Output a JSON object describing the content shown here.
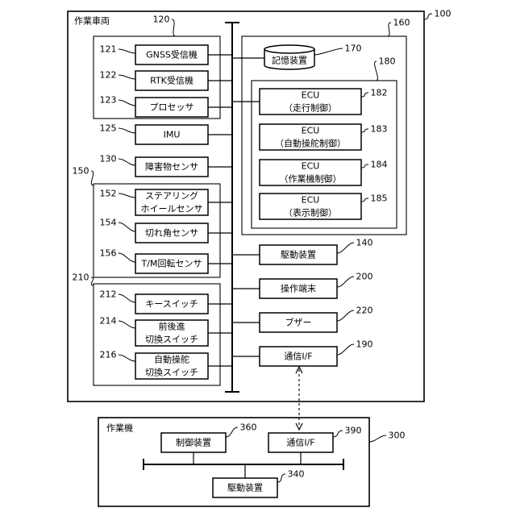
{
  "vehicle": {
    "title": "作業車両",
    "ref": "100"
  },
  "groups": {
    "g120": {
      "ref": "120"
    },
    "g150": {
      "ref": "150"
    },
    "g160": {
      "ref": "160"
    },
    "g180": {
      "ref": "180"
    },
    "g210": {
      "ref": "210"
    }
  },
  "components": {
    "gnss": {
      "label": "GNSS受信機",
      "ref": "121"
    },
    "rtk": {
      "label": "RTK受信機",
      "ref": "122"
    },
    "processor": {
      "label": "プロセッサ",
      "ref": "123"
    },
    "imu": {
      "label": "IMU",
      "ref": "125"
    },
    "obstacle": {
      "label": "障害物センサ",
      "ref": "130"
    },
    "steering": {
      "line1": "ステアリング",
      "line2": "ホイールセンサ",
      "ref": "152"
    },
    "angle": {
      "label": "切れ角センサ",
      "ref": "154"
    },
    "tm": {
      "label": "T/M回転センサ",
      "ref": "156"
    },
    "key": {
      "label": "キースイッチ",
      "ref": "212"
    },
    "fwdrev": {
      "line1": "前後進",
      "line2": "切換スイッチ",
      "ref": "214"
    },
    "autosteer": {
      "line1": "自動操舵",
      "line2": "切換スイッチ",
      "ref": "216"
    },
    "storage": {
      "label": "記憶装置",
      "ref": "170"
    },
    "ecu182": {
      "line1": "ECU",
      "line2": "（走行制御）",
      "ref": "182"
    },
    "ecu183": {
      "line1": "ECU",
      "line2": "（自動操舵制御）",
      "ref": "183"
    },
    "ecu184": {
      "line1": "ECU",
      "line2": "（作業機制御）",
      "ref": "184"
    },
    "ecu185": {
      "line1": "ECU",
      "line2": "（表示制御）",
      "ref": "185"
    },
    "drive": {
      "label": "駆動装置",
      "ref": "140"
    },
    "terminal": {
      "label": "操作端末",
      "ref": "200"
    },
    "buzzer": {
      "label": "ブザー",
      "ref": "220"
    },
    "comm": {
      "label": "通信I/F",
      "ref": "190"
    }
  },
  "implement": {
    "title": "作業機",
    "ref": "300",
    "control": {
      "label": "制御装置",
      "ref": "360"
    },
    "comm": {
      "label": "通信I/F",
      "ref": "390"
    },
    "drive": {
      "label": "駆動装置",
      "ref": "340"
    }
  },
  "colors": {
    "line": "#000000",
    "fill": "#ffffff"
  }
}
